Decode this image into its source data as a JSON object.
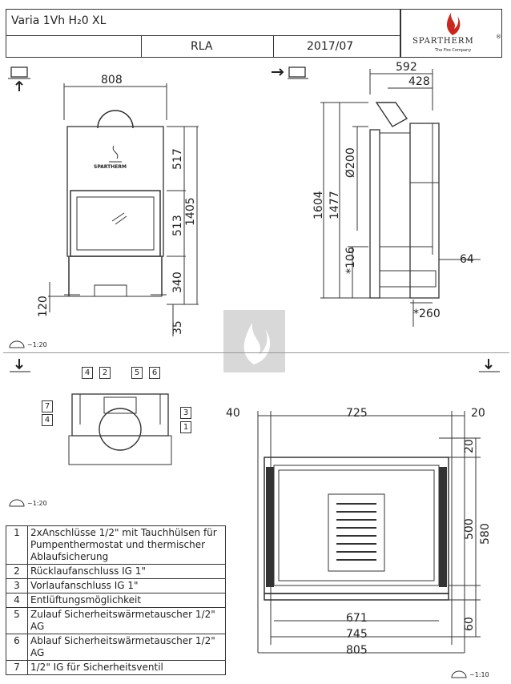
{
  "header": {
    "model": "Varia 1Vh H₂0 XL",
    "variant": "RLA",
    "date": "2017/07"
  },
  "logo": {
    "brand": "SPARTHERM",
    "registered": "®",
    "tagline": "The Fire Company"
  },
  "front_view": {
    "width": "808",
    "dims": [
      "517",
      "1405",
      "513",
      "340",
      "120",
      "35"
    ],
    "door_brand": "SPARTHERM"
  },
  "side_view": {
    "dims": [
      "592",
      "428",
      "1604",
      "1477",
      "Ø200",
      "*106",
      "64",
      "*260"
    ]
  },
  "top_view": {
    "dims": [
      "40",
      "725",
      "20",
      "20",
      "500",
      "580",
      "671",
      "745",
      "805",
      "60"
    ]
  },
  "scales": {
    "s1": "~1:20",
    "s2": "~1:20",
    "s3": "~1:10"
  },
  "callouts": [
    "4",
    "2",
    "5",
    "6",
    "7",
    "4",
    "3",
    "1"
  ],
  "legend": [
    {
      "n": "1",
      "text": "2xAnschlüsse 1/2\" mit Tauchhülsen für Pumpenthermostat und thermischer Ablaufsicherung"
    },
    {
      "n": "2",
      "text": "Rücklaufanschluss IG 1\""
    },
    {
      "n": "3",
      "text": "Vorlaufanschluss IG 1\""
    },
    {
      "n": "4",
      "text": "Entlüftungsmöglichkeit"
    },
    {
      "n": "5",
      "text": "Zulauf Sicherheitswärmetauscher 1/2\" AG"
    },
    {
      "n": "6",
      "text": "Ablauf Sicherheitswärmetauscher 1/2\" AG"
    },
    {
      "n": "7",
      "text": "1/2\" IG für Sicherheitsventil"
    }
  ]
}
